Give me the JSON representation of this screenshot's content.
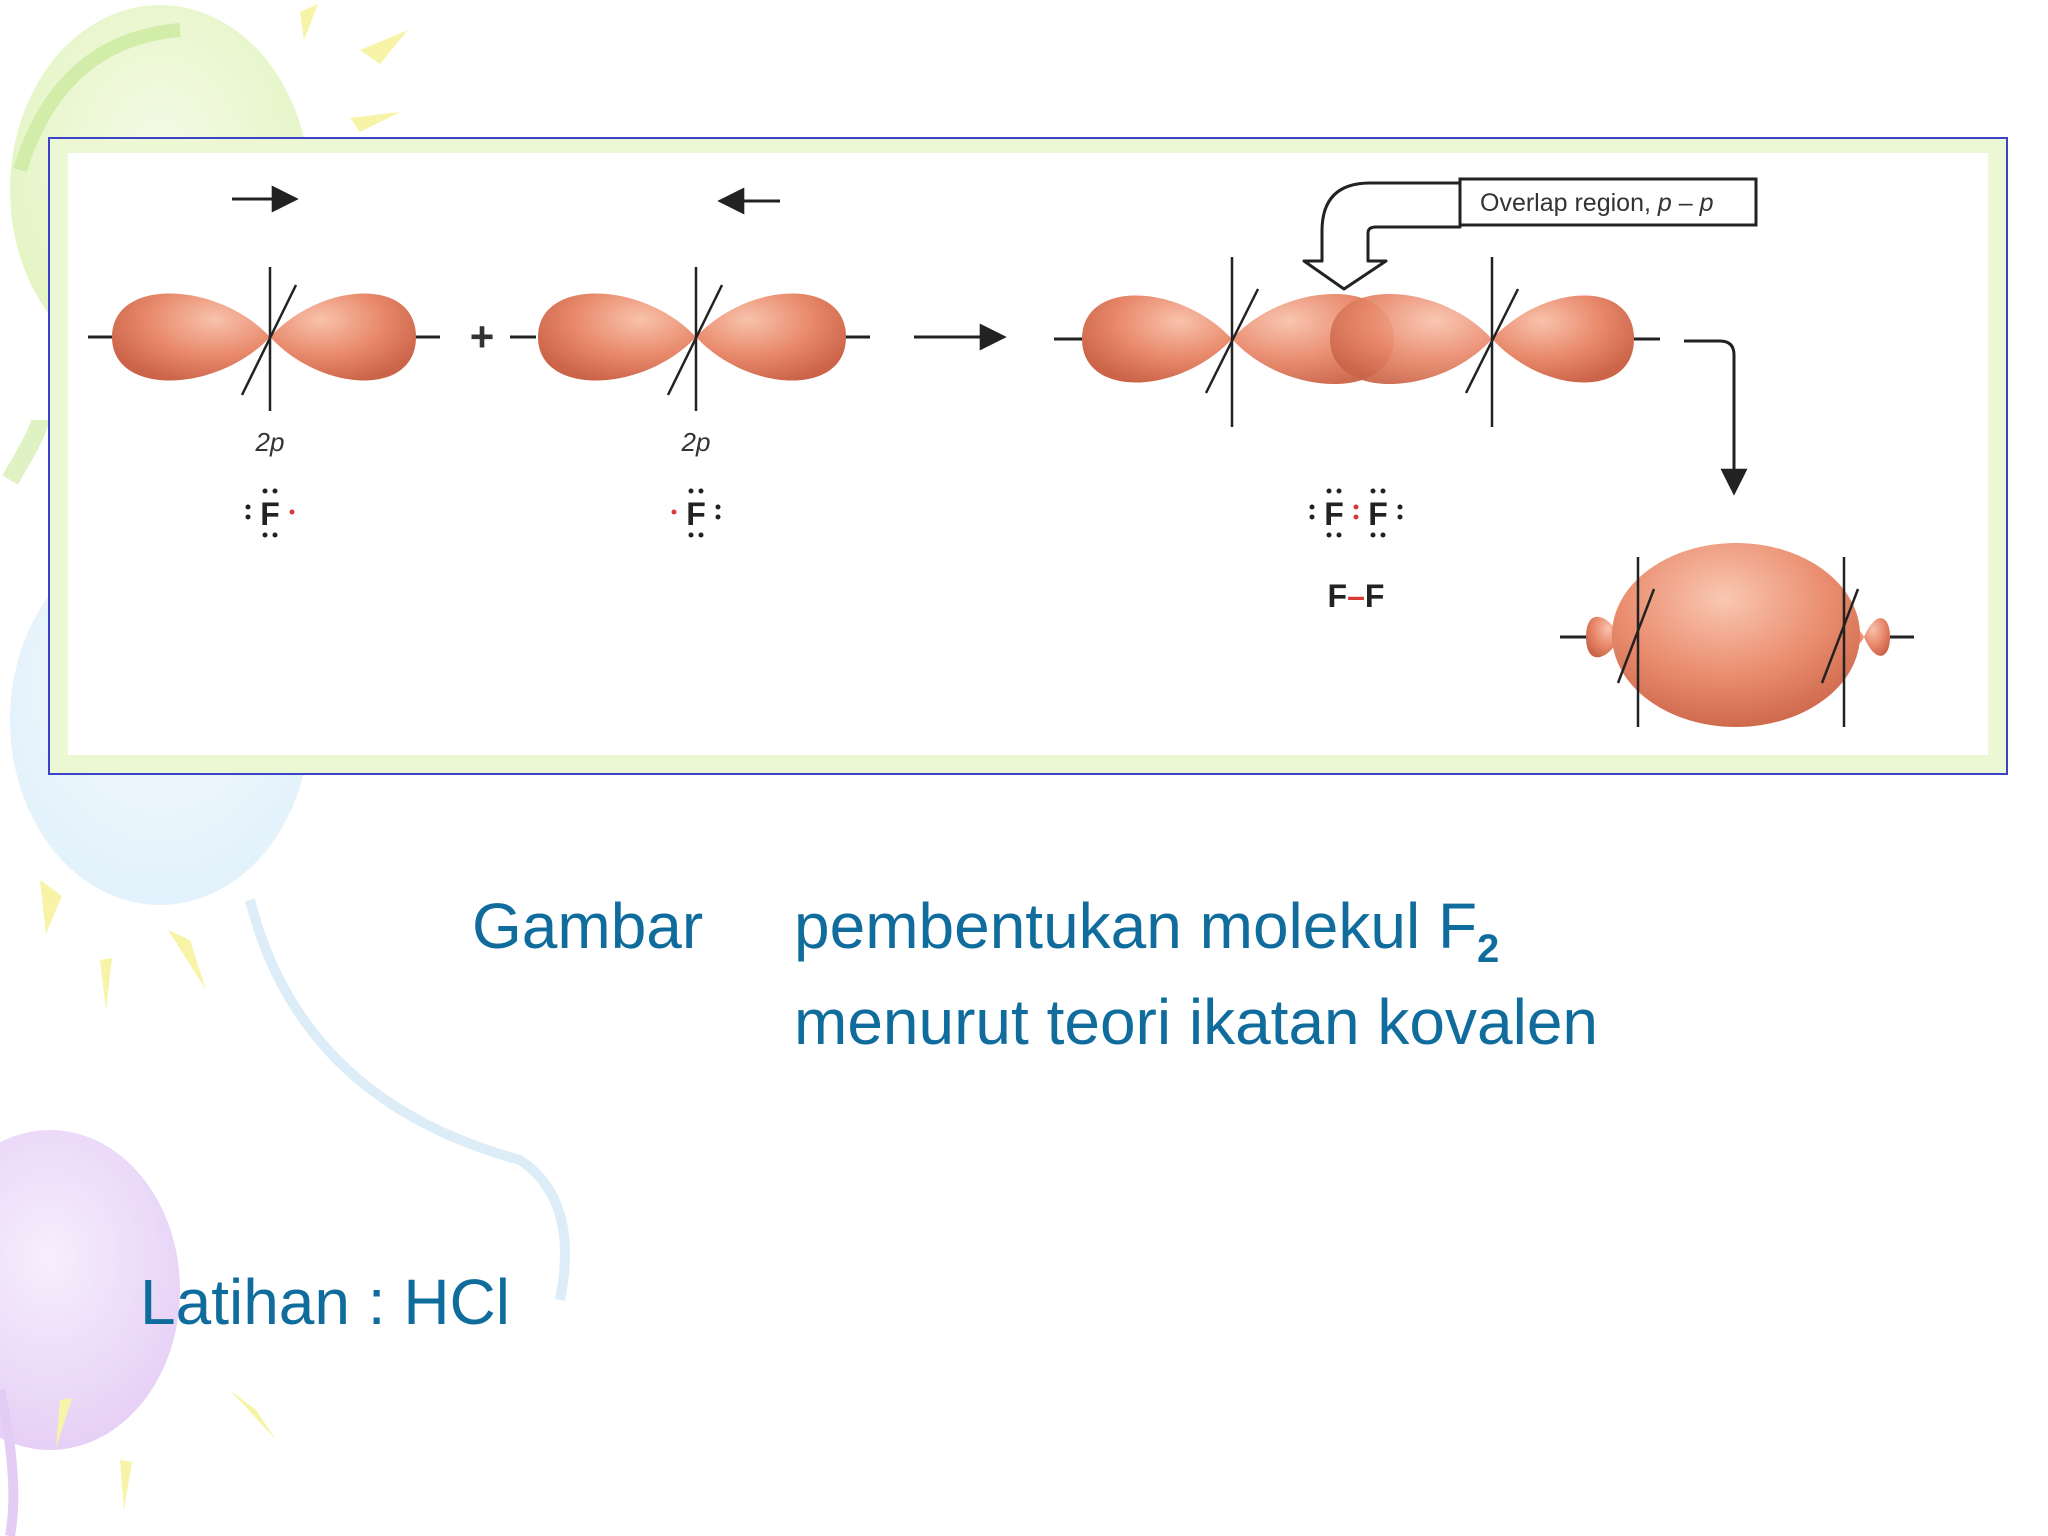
{
  "diagram": {
    "label_2p_left": "2p",
    "label_2p_right": "2p",
    "lewis_left": "F",
    "lewis_right": "F",
    "lewis_molecule_left": "F",
    "lewis_molecule_right": "F",
    "bond_left": "F",
    "bond_dash": "–",
    "bond_right": "F",
    "plus": "+",
    "callout": {
      "prefix": "Overlap region, ",
      "p1": "p",
      "dash": " – ",
      "p2": "p"
    }
  },
  "caption": {
    "word": "Gambar",
    "line1": "pembentukan molekul F",
    "subscript": "2",
    "line2": "menurut teori ikatan kovalen"
  },
  "exercise": "Latihan : HCl",
  "colors": {
    "caption": "#0f6c9d",
    "frame_border": "#3b44c8",
    "frame_fill": "#ecf7d4",
    "lobe": "#e8876a",
    "lone_pair_red": "#d83a3a"
  }
}
